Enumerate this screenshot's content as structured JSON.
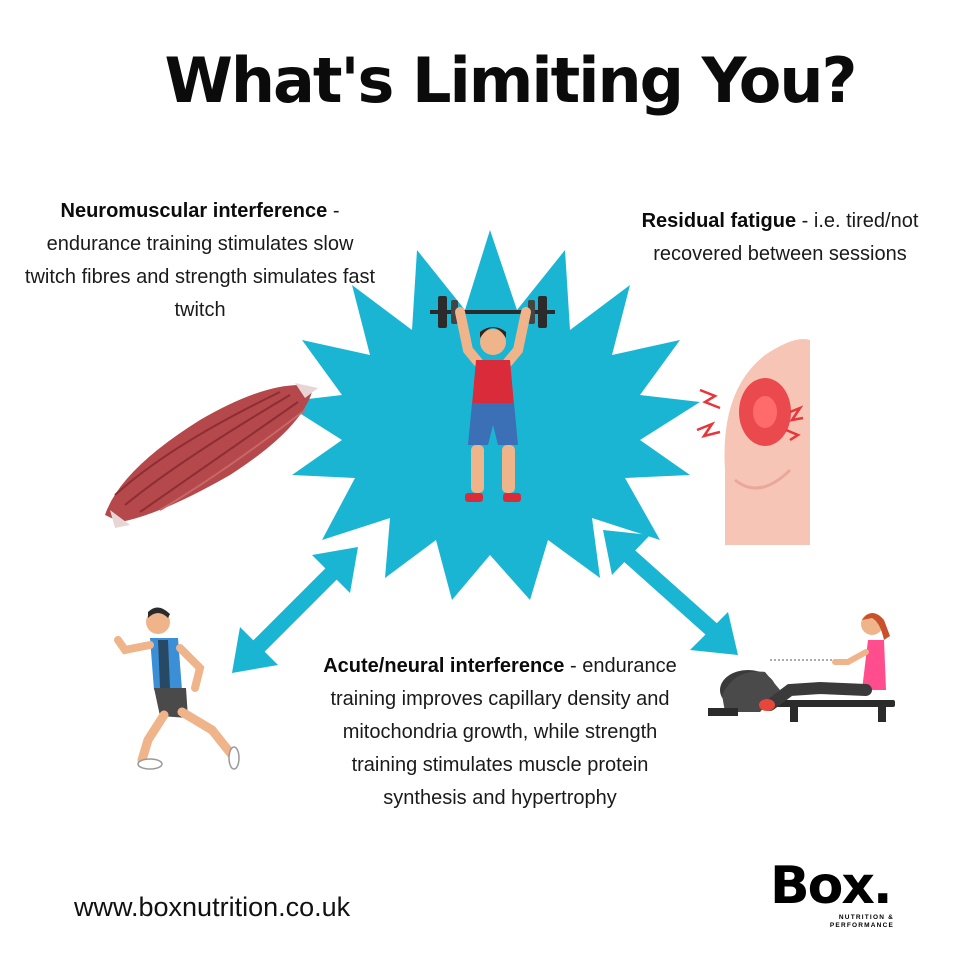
{
  "title": "What's Limiting You?",
  "blocks": {
    "neuromuscular": {
      "heading": "Neuromuscular interference",
      "separator": " - ",
      "text": "endurance training stimulates slow twitch fibres and strength simulates fast twitch"
    },
    "fatigue": {
      "heading": "Residual fatigue",
      "separator": " - ",
      "text": "i.e. tired/not recovered between sessions"
    },
    "acute": {
      "heading": "Acute/neural interference",
      "separator": " - ",
      "text": "endurance training improves capillary density and mitochondria growth, while strength training stimulates muscle protein synthesis and hypertrophy"
    }
  },
  "footer": {
    "url": "www.boxnutrition.co.uk",
    "logo_main": "Box.",
    "logo_sub_line1": "NUTRITION &",
    "logo_sub_line2": "PERFORMANCE"
  },
  "colors": {
    "accent": "#1bb5d4",
    "muscle": "#b5484a",
    "pain": "#e8343b",
    "skin": "#f6c5b5",
    "shorts": "#3b6fb6",
    "vest": "#d92b3a"
  },
  "icons": [
    "weightlifter-icon",
    "muscle-fibre-icon",
    "sore-shoulder-icon",
    "runner-icon",
    "rowing-machine-icon"
  ]
}
